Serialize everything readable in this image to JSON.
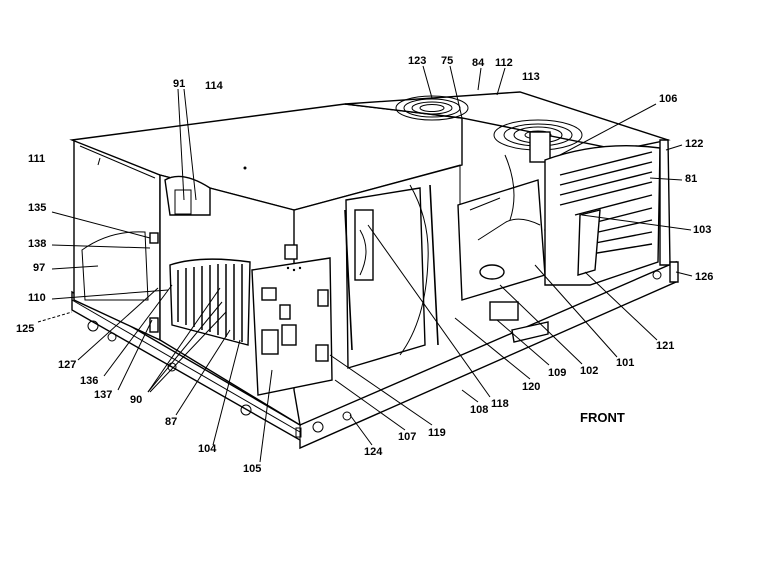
{
  "diagram": {
    "front_label": "FRONT",
    "callouts": [
      {
        "id": "c123",
        "text": "123"
      },
      {
        "id": "c75",
        "text": "75"
      },
      {
        "id": "c84",
        "text": "84"
      },
      {
        "id": "c112",
        "text": "112"
      },
      {
        "id": "c113",
        "text": "113"
      },
      {
        "id": "c91a",
        "text": "91"
      },
      {
        "id": "c114",
        "text": "114"
      },
      {
        "id": "c106",
        "text": "106"
      },
      {
        "id": "c122",
        "text": "122"
      },
      {
        "id": "c111",
        "text": "111"
      },
      {
        "id": "c81",
        "text": "81"
      },
      {
        "id": "c135",
        "text": "135"
      },
      {
        "id": "c138",
        "text": "138"
      },
      {
        "id": "c97",
        "text": "97"
      },
      {
        "id": "c103",
        "text": "103"
      },
      {
        "id": "c126",
        "text": "126"
      },
      {
        "id": "c110",
        "text": "110"
      },
      {
        "id": "c125",
        "text": "125"
      },
      {
        "id": "c127",
        "text": "127"
      },
      {
        "id": "c136",
        "text": "136"
      },
      {
        "id": "c137",
        "text": "137"
      },
      {
        "id": "c90",
        "text": "90"
      },
      {
        "id": "c87",
        "text": "87"
      },
      {
        "id": "c104",
        "text": "104"
      },
      {
        "id": "c105",
        "text": "105"
      },
      {
        "id": "c124",
        "text": "124"
      },
      {
        "id": "c107",
        "text": "107"
      },
      {
        "id": "c119",
        "text": "119"
      },
      {
        "id": "c108",
        "text": "108"
      },
      {
        "id": "c118",
        "text": "118"
      },
      {
        "id": "c120",
        "text": "120"
      },
      {
        "id": "c109",
        "text": "109"
      },
      {
        "id": "c102",
        "text": "102"
      },
      {
        "id": "c101",
        "text": "101"
      },
      {
        "id": "c121",
        "text": "121"
      }
    ]
  }
}
